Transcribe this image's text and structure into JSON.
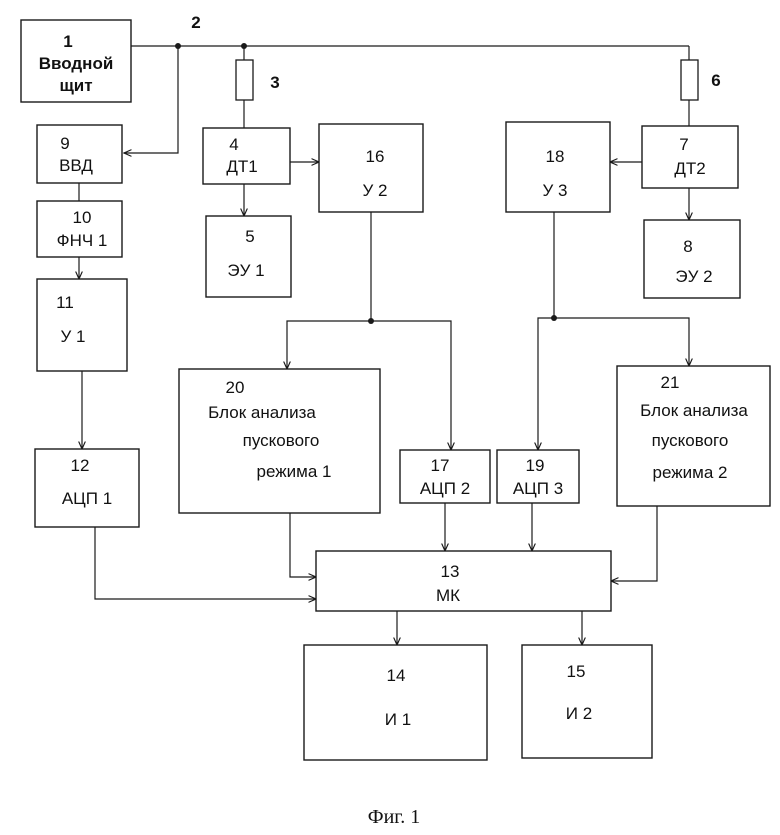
{
  "blocks": {
    "b1": {
      "num": "1",
      "l1": "Вводной",
      "l2": "щит"
    },
    "b4": {
      "num": "4",
      "l1": "ДТ1"
    },
    "b5": {
      "num": "5",
      "l1": "ЭУ 1"
    },
    "b7": {
      "num": "7",
      "l1": "ДТ2"
    },
    "b8": {
      "num": "8",
      "l1": "ЭУ 2"
    },
    "b9": {
      "num": "9",
      "l1": "ВВД"
    },
    "b10": {
      "num": "10",
      "l1": "ФНЧ 1"
    },
    "b11": {
      "num": "11",
      "l1": "У 1"
    },
    "b12": {
      "num": "12",
      "l1": "АЦП 1"
    },
    "b13": {
      "num": "13",
      "l1": "МК"
    },
    "b14": {
      "num": "14",
      "l1": "И 1"
    },
    "b15": {
      "num": "15",
      "l1": "И 2"
    },
    "b16": {
      "num": "16",
      "l1": "У 2"
    },
    "b17": {
      "num": "17",
      "l1": "АЦП 2"
    },
    "b18": {
      "num": "18",
      "l1": "У 3"
    },
    "b19": {
      "num": "19",
      "l1": "АЦП 3"
    },
    "b20": {
      "num": "20",
      "l1": "Блок анализа",
      "l2": "пускового",
      "l3": "режима 1"
    },
    "b21": {
      "num": "21",
      "l1": "Блок анализа",
      "l2": "пускового",
      "l3": "режима 2"
    }
  },
  "labels": {
    "bus": "2",
    "res3": "3",
    "res6": "6"
  },
  "caption": "Фиг. 1"
}
